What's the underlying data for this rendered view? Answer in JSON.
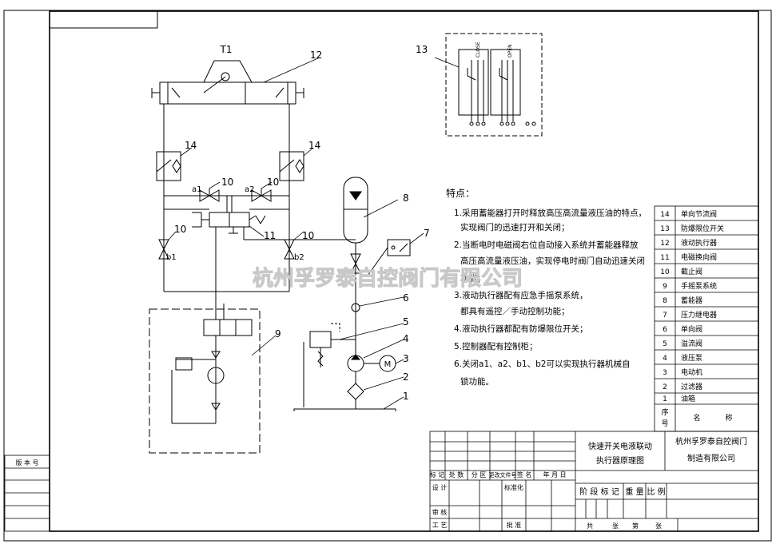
{
  "diagram": {
    "labels": {
      "t1": "T1",
      "a1": "a1",
      "a2": "a2",
      "b1": "b1",
      "b2": "b2",
      "close": "CLOSE",
      "open": "OPEN",
      "n1": "1",
      "n2": "2",
      "n3": "3",
      "n4": "4",
      "n5": "5",
      "n6": "6",
      "n7": "7",
      "n8": "8",
      "n9": "9",
      "n10a": "10",
      "n10b": "10",
      "n10c": "10",
      "n10d": "10",
      "n11": "11",
      "n12": "12",
      "n13": "13",
      "n14a": "14",
      "n14b": "14"
    },
    "features": {
      "title": "特点：",
      "lines": [
        "1.采用蓄能器打开时释放高压高流量液压油的特点，",
        "实现阀门的迅速打开和关闭；",
        "2.当断电时电磁阀右位自动接入系统并蓄能器释放",
        "高压高流量液压油，实现停电时阀门自动迅速关闭",
        "功能；",
        "3.液动执行器配有应急手摇泵系统，",
        "都具有遥控／手动控制功能；",
        "4.液动执行器都配有防爆限位开关；",
        "5.控制器配有控制柜；",
        "6.关闭a1、a2、b1、b2可以实现执行器机械自",
        "锁功能。"
      ]
    },
    "watermark": "杭州孚罗泰自控阀门有限公司",
    "parts_list": [
      {
        "no": "14",
        "name": "单向节流阀"
      },
      {
        "no": "13",
        "name": "防爆限位开关"
      },
      {
        "no": "12",
        "name": "液动执行器"
      },
      {
        "no": "11",
        "name": "电磁换向阀"
      },
      {
        "no": "10",
        "name": "截止阀"
      },
      {
        "no": "9",
        "name": "手摇泵系统"
      },
      {
        "no": "8",
        "name": "蓄能器"
      },
      {
        "no": "7",
        "name": "压力继电器"
      },
      {
        "no": "6",
        "name": "单向阀"
      },
      {
        "no": "5",
        "name": "溢流阀"
      },
      {
        "no": "4",
        "name": "液压泵"
      },
      {
        "no": "3",
        "name": "电动机"
      },
      {
        "no": "2",
        "name": "过滤器"
      },
      {
        "no": "1",
        "name": "油箱"
      }
    ],
    "parts_header": {
      "no_1": "序",
      "no_2": "号",
      "name_1": "名",
      "name_2": "称"
    },
    "title_block": {
      "drawing_title_1": "快速开关电液联动",
      "drawing_title_2": "执行器原理图",
      "company_1": "杭州孚罗泰自控阀门",
      "company_2": "制造有限公司",
      "rev_cols": [
        "标 记",
        "处 数",
        "分 区",
        "更改文件号",
        "签 名",
        "年 月 日"
      ],
      "design": "设 计",
      "standardize": "标准化",
      "review": "审 核",
      "process": "工 艺",
      "approve": "批 准",
      "stage_mark": "阶 段 标 记",
      "weight": "重 量",
      "scale": "比 例",
      "total": "共",
      "sheets": "张",
      "sheet_no": "第",
      "page": "张"
    },
    "version_label": "版 本 号"
  }
}
